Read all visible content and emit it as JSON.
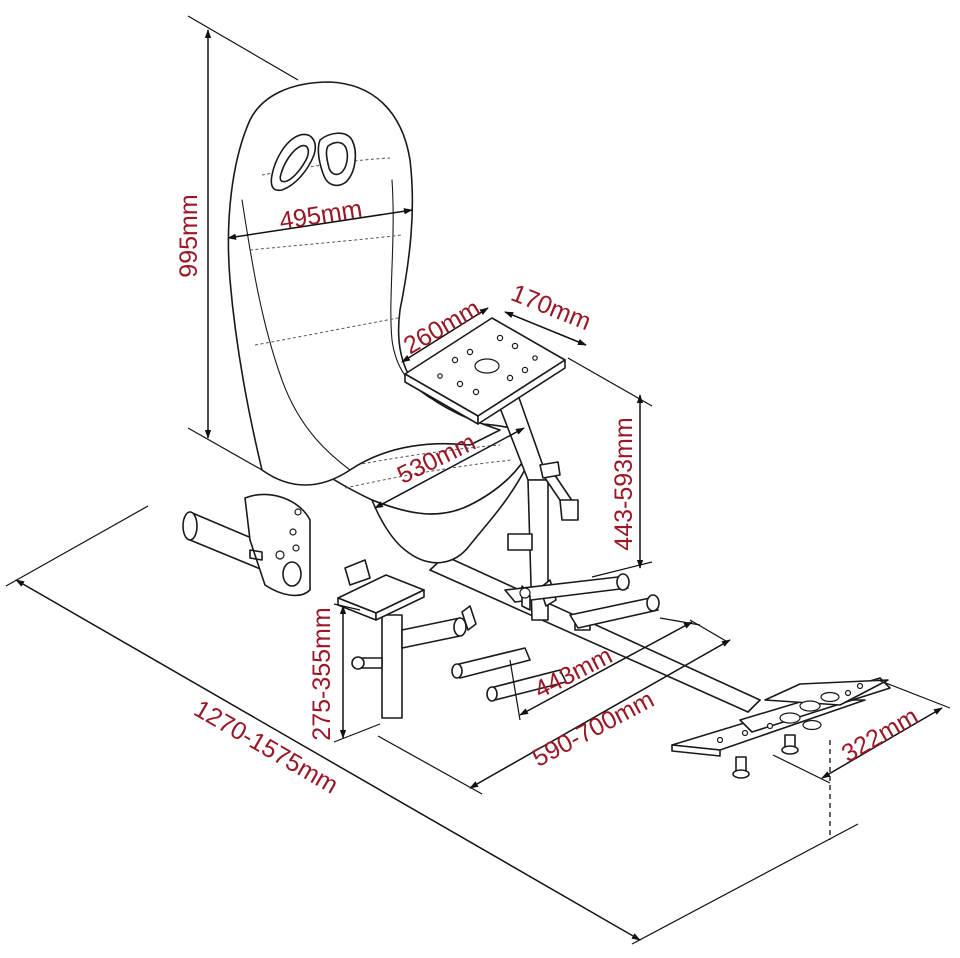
{
  "colors": {
    "label": "#9a1826",
    "line": "#1a1a1a",
    "background": "#ffffff"
  },
  "dimensions": {
    "height": "995mm",
    "seat_width": "495mm",
    "wheel_plate_width": "260mm",
    "wheel_plate_depth": "170mm",
    "wheel_height": "443-593mm",
    "seat_depth": "530mm",
    "shifter_height": "275-355mm",
    "base_width": "443mm",
    "pedal_distance": "590-700mm",
    "total_length": "1270-1575mm",
    "pedal_plate_width": "322mm"
  }
}
